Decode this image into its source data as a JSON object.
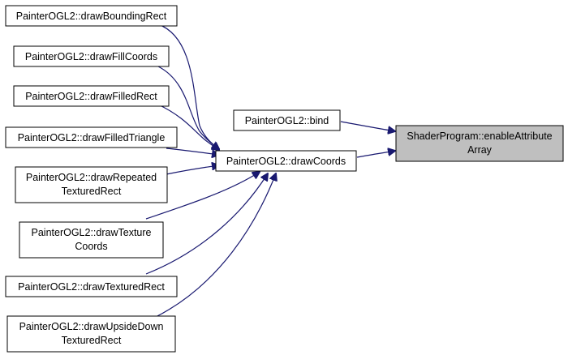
{
  "colors": {
    "edge": "#191970",
    "node_border": "#000000",
    "node_fill": "#ffffff",
    "target_fill": "#bfbfbf"
  },
  "nodes": {
    "drawBoundingRect": {
      "lines": [
        "PainterOGL2::drawBoundingRect"
      ]
    },
    "drawFillCoords": {
      "lines": [
        "PainterOGL2::drawFillCoords"
      ]
    },
    "drawFilledRect": {
      "lines": [
        "PainterOGL2::drawFilledRect"
      ]
    },
    "drawFilledTriangle": {
      "lines": [
        "PainterOGL2::drawFilledTriangle"
      ]
    },
    "drawRepeatedTexturedRect": {
      "lines": [
        "PainterOGL2::drawRepeated",
        "TexturedRect"
      ]
    },
    "drawTextureCoords": {
      "lines": [
        "PainterOGL2::drawTexture",
        "Coords"
      ]
    },
    "drawTexturedRect": {
      "lines": [
        "PainterOGL2::drawTexturedRect"
      ]
    },
    "drawUpsideDownTexturedRect": {
      "lines": [
        "PainterOGL2::drawUpsideDown",
        "TexturedRect"
      ]
    },
    "bind": {
      "lines": [
        "PainterOGL2::bind"
      ]
    },
    "drawCoords": {
      "lines": [
        "PainterOGL2::drawCoords"
      ]
    },
    "enableAttributeArray": {
      "lines": [
        "ShaderProgram::enableAttribute",
        "Array"
      ],
      "highlighted": true
    }
  },
  "edges": [
    {
      "from": "drawBoundingRect",
      "to": "drawCoords"
    },
    {
      "from": "drawFillCoords",
      "to": "drawCoords"
    },
    {
      "from": "drawFilledRect",
      "to": "drawCoords"
    },
    {
      "from": "drawFilledTriangle",
      "to": "drawCoords"
    },
    {
      "from": "drawRepeatedTexturedRect",
      "to": "drawCoords"
    },
    {
      "from": "drawTextureCoords",
      "to": "drawCoords"
    },
    {
      "from": "drawTexturedRect",
      "to": "drawCoords"
    },
    {
      "from": "drawUpsideDownTexturedRect",
      "to": "drawCoords"
    },
    {
      "from": "bind",
      "to": "enableAttributeArray"
    },
    {
      "from": "drawCoords",
      "to": "enableAttributeArray"
    }
  ]
}
